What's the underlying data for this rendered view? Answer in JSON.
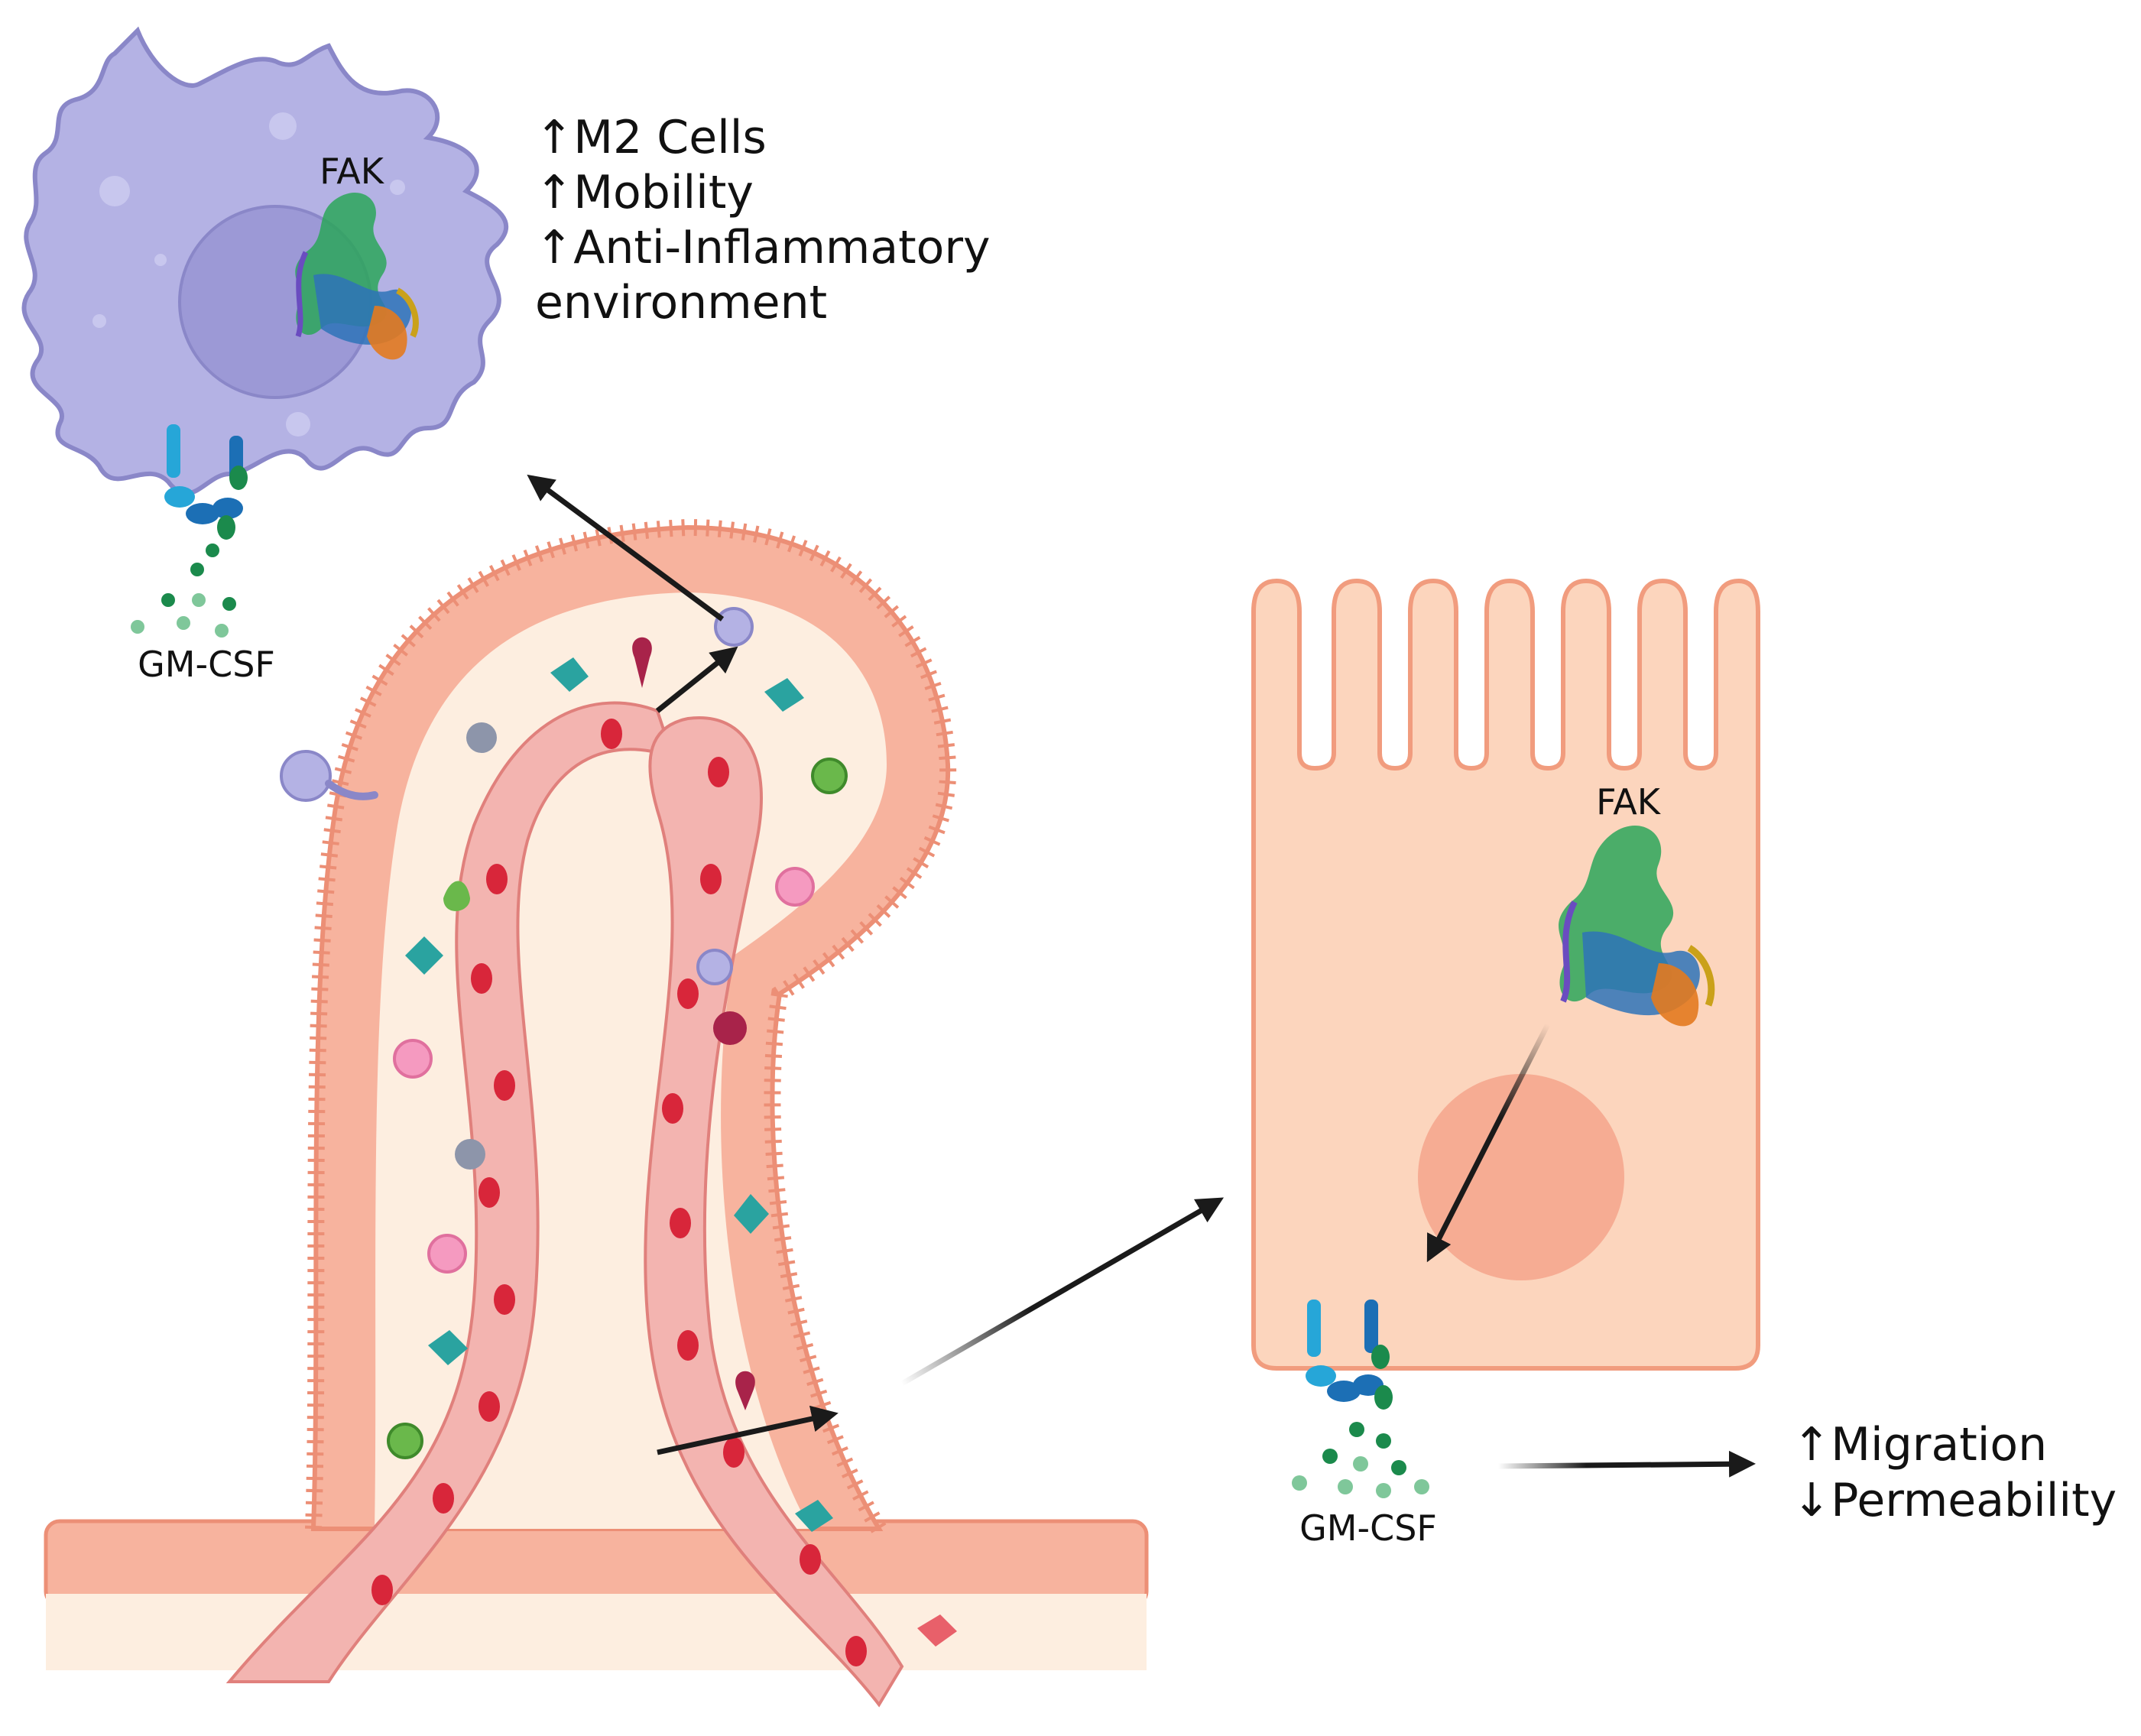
{
  "macrophage": {
    "protein_label": "FAK",
    "ligand_label": "GM-CSF",
    "effects": [
      {
        "arrow": "↑",
        "text": "M2 Cells"
      },
      {
        "arrow": "↑",
        "text": "Mobility"
      },
      {
        "arrow": "↑",
        "text": "Anti-Inflammatory"
      },
      {
        "arrow": "",
        "text": "environment"
      }
    ]
  },
  "epithelial_cell": {
    "protein_label": "FAK",
    "ligand_label": "GM-CSF",
    "effects": [
      {
        "arrow": "↑",
        "text": "Migration"
      },
      {
        "arrow": "↓",
        "text": "Permeability"
      }
    ]
  },
  "colors": {
    "macrophage_fill": "#b4b2e4",
    "macrophage_nucleus": "#9c99d6",
    "epithelium_fill": "#f7b39e",
    "epithelium_stroke": "#ec8f76",
    "lamina_fill": "#fdeee0",
    "capillary_fill": "#f3b4b0",
    "rbc": "#d8263a",
    "cell_fill": "#fcd5bd",
    "cell_stroke": "#f19c7e",
    "cell_nucleus": "#f4a58c",
    "gmcsf_dark": "#1b8a4c",
    "gmcsf_light": "#7fc79a",
    "arrow": "#1a1a1a"
  }
}
